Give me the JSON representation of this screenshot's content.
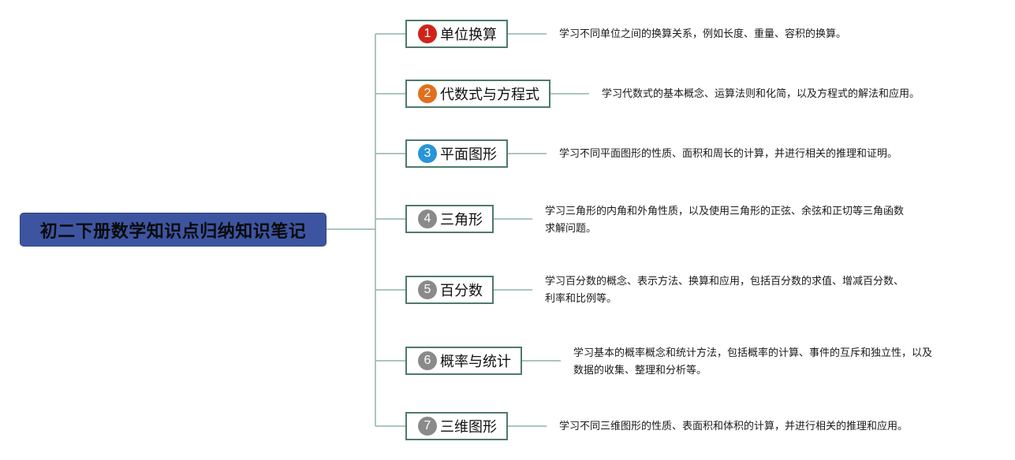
{
  "root": {
    "title": "初二下册数学知识点归纳知识笔记"
  },
  "topics": [
    {
      "number": "1",
      "label": "单位换算",
      "badge_color": "#d0241b",
      "description": "学习不同单位之间的换算关系，例如长度、重量、容积的换算。"
    },
    {
      "number": "2",
      "label": "代数式与方程式",
      "badge_color": "#e0701e",
      "description": "学习代数式的基本概念、运算法则和化简，以及方程式的解法和应用。"
    },
    {
      "number": "3",
      "label": "平面图形",
      "badge_color": "#2895d8",
      "description": "学习不同平面图形的性质、面积和周长的计算，并进行相关的推理和证明。"
    },
    {
      "number": "4",
      "label": "三角形",
      "badge_color": "#8a8a8a",
      "description": "学习三角形的内角和外角性质，以及使用三角形的正弦、余弦和正切等三角函数\n求解问题。"
    },
    {
      "number": "5",
      "label": "百分数",
      "badge_color": "#8a8a8a",
      "description": "学习百分数的概念、表示方法、换算和应用，包括百分数的求值、增减百分数、\n利率和比例等。"
    },
    {
      "number": "6",
      "label": "概率与统计",
      "badge_color": "#8a8a8a",
      "description": "学习基本的概率概念和统计方法，包括概率的计算、事件的互斥和独立性，以及\n数据的收集、整理和分析等。"
    },
    {
      "number": "7",
      "label": "三维图形",
      "badge_color": "#8a8a8a",
      "description": "学习不同三维图形的性质、表面积和体积的计算，并进行相关的推理和应用。"
    }
  ],
  "colors": {
    "root_fill": "#3d55a1",
    "connector": "#8fb4a7",
    "topic_border": "#4f7a69"
  }
}
